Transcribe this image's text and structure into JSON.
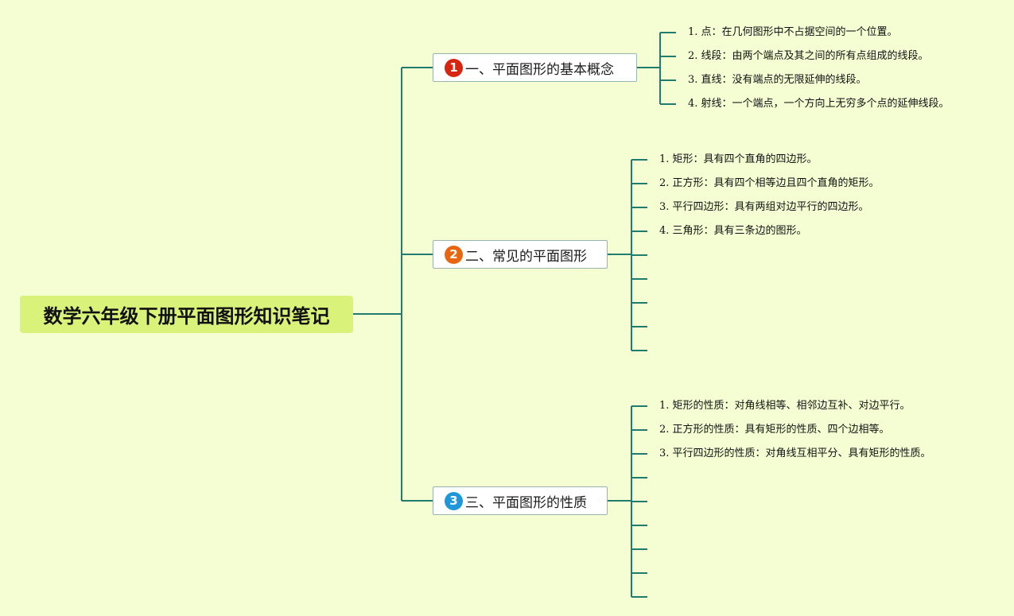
{
  "colors": {
    "background": "#f5fdd2",
    "line": "#1e7d6e",
    "root_fill": "#d9f27a",
    "badge_1": "#d8250f",
    "badge_2": "#e8660f",
    "badge_3": "#1f97d8"
  },
  "root": {
    "title": "数学六年级下册平面图形知识笔记"
  },
  "branches": [
    {
      "badge": "1",
      "title": "一、平面图形的基本概念",
      "items": [
        "1. 点：在几何图形中不占据空间的一个位置。",
        "2. 线段：由两个端点及其之间的所有点组成的线段。",
        "3. 直线：没有端点的无限延伸的线段。",
        "4. 射线：一个端点，一个方向上无穷多个点的延伸线段。"
      ]
    },
    {
      "badge": "2",
      "title": "二、常见的平面图形",
      "items": [
        "1. 矩形：具有四个直角的四边形。",
        "2. 正方形：具有四个相等边且四个直角的矩形。",
        "3. 平行四边形：具有两组对边平行的四边形。",
        "4. 三角形：具有三条边的图形。",
        "",
        "",
        "",
        "",
        ""
      ]
    },
    {
      "badge": "3",
      "title": "三、平面图形的性质",
      "items": [
        "1. 矩形的性质：对角线相等、相邻边互补、对边平行。",
        "2. 正方形的性质：具有矩形的性质、四个边相等。",
        "3. 平行四边形的性质：对角线互相平分、具有矩形的性质。",
        "",
        "",
        "",
        "",
        "",
        ""
      ]
    }
  ]
}
